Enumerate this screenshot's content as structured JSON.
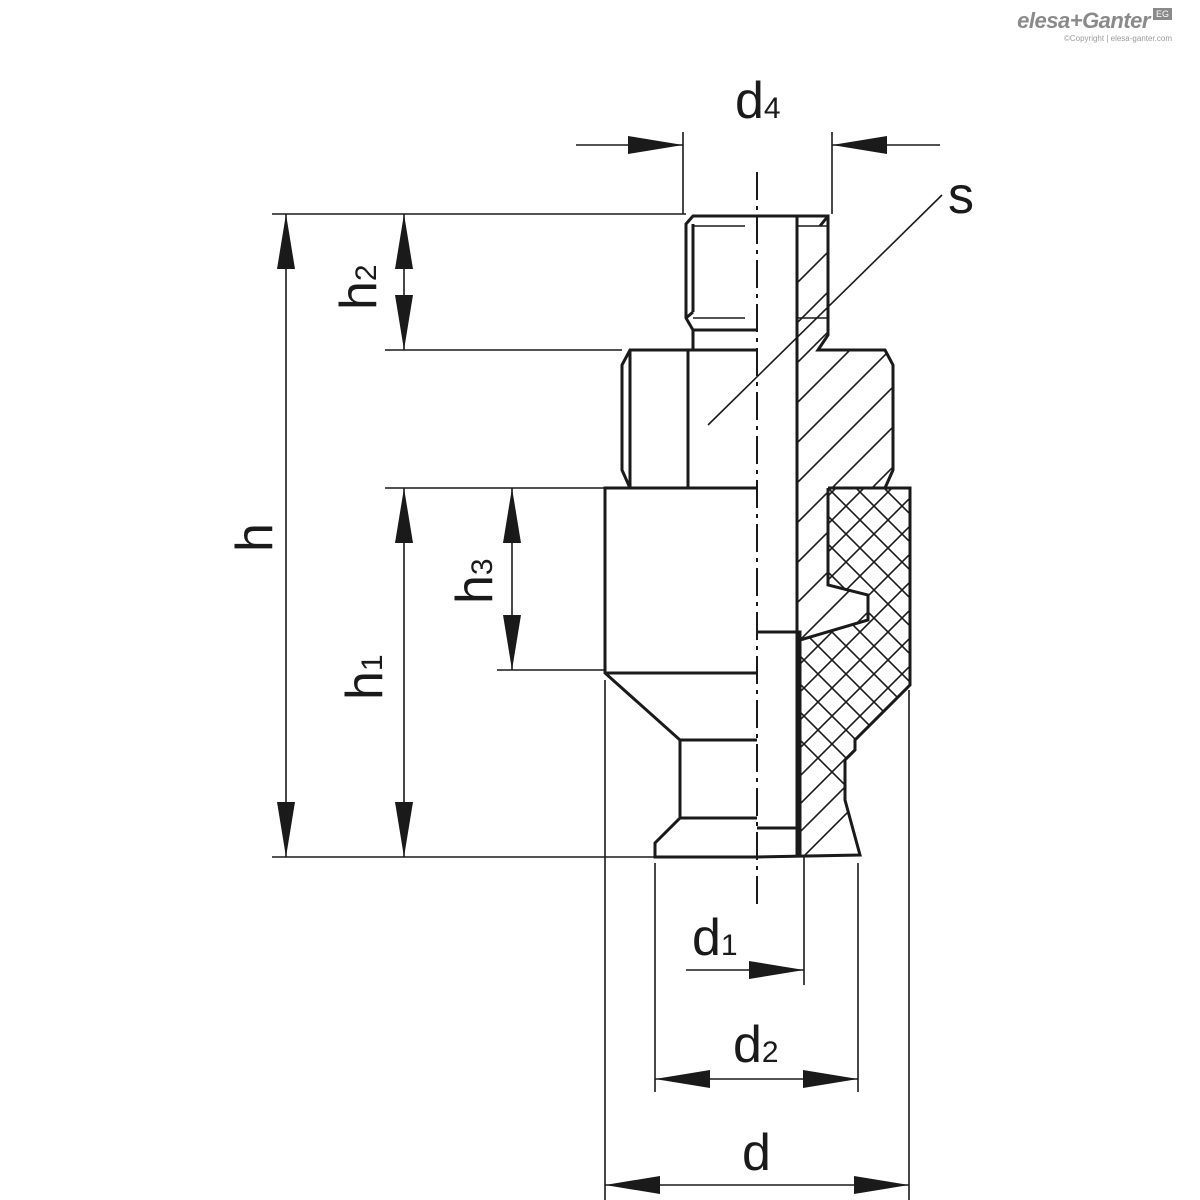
{
  "brand": {
    "name": "elesa+Ganter",
    "badge": "EG",
    "copyright": "©Copyright | elesa-ganter.com"
  },
  "labels": {
    "d4": {
      "base": "d",
      "sub": "4"
    },
    "s": {
      "base": "s"
    },
    "h2": {
      "base": "h",
      "sub": "2"
    },
    "h": {
      "base": "h"
    },
    "h3": {
      "base": "h",
      "sub": "3"
    },
    "h1": {
      "base": "h",
      "sub": "1"
    },
    "d1": {
      "base": "d",
      "sub": "1"
    },
    "d2": {
      "base": "d",
      "sub": "2"
    },
    "d": {
      "base": "d"
    }
  }
}
